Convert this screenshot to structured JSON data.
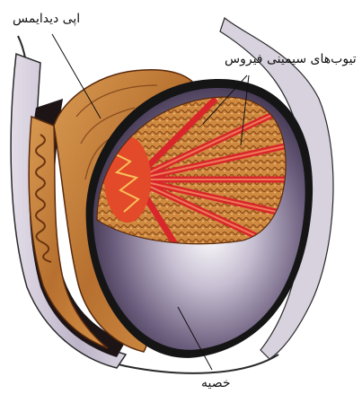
{
  "labels": {
    "epididymis": "اپی دیدایمس",
    "seminiferous_tubules": "تیوب‌های سیمینی فیروس",
    "testis": "خصیه"
  },
  "colors": {
    "tissue": "#c9843e",
    "tissue_dark": "#7a3f16",
    "tubule_red": "#d8262a",
    "testis_purple": "#6a5d7c",
    "outline": "#1a1a1a",
    "background_sac": "#cfc9d6"
  }
}
